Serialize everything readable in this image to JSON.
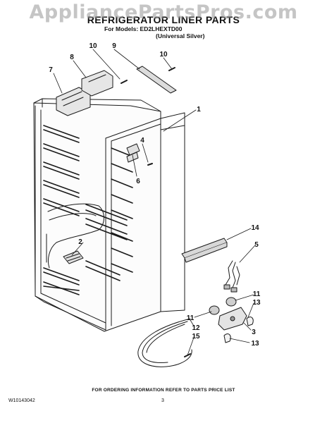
{
  "watermark": "AppliancePartsPros.com",
  "header": {
    "title": "REFRIGERATOR LINER PARTS",
    "models_line": "For Models: ED2LHEXTD00",
    "variant": "(Universal Silver)"
  },
  "callouts": {
    "c1": "1",
    "c2": "2",
    "c3": "3",
    "c4": "4",
    "c5": "5",
    "c6": "6",
    "c7": "7",
    "c8": "8",
    "c9": "9",
    "c10a": "10",
    "c10b": "10",
    "c11a": "11",
    "c11b": "11",
    "c12": "12",
    "c13a": "13",
    "c13b": "13",
    "c14": "14",
    "c15": "15"
  },
  "footer": {
    "note": "FOR ORDERING INFORMATION REFER TO PARTS PRICE LIST",
    "doc_id": "W10143042",
    "page": "3"
  }
}
